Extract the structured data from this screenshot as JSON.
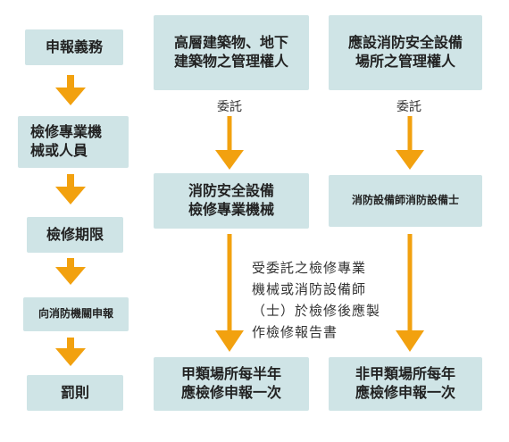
{
  "left_column": [
    "申報義務",
    "檢修專業機\n械或人員",
    "檢修期限",
    "向消防機關申報",
    "罰則"
  ],
  "middle_column": {
    "top": "高層建築物、地下\n建築物之管理權人",
    "delegate_label": "委託",
    "middle": "消防安全設備\n檢修專業機械",
    "bottom": "甲類場所每半年\n應檢修申報一次"
  },
  "right_column": {
    "top": "應設消防安全設備\n場所之管理權人",
    "delegate_label": "委託",
    "middle": "消防設備師消防設備士",
    "bottom": "非甲類場所每年\n應檢修申報一次"
  },
  "note": "受委託之檢修專業\n機械或消防設備師\n（士）於檢修後應製\n作檢修報告書",
  "colors": {
    "box": "#cfe4e6",
    "arrow": "#f2a10f"
  }
}
